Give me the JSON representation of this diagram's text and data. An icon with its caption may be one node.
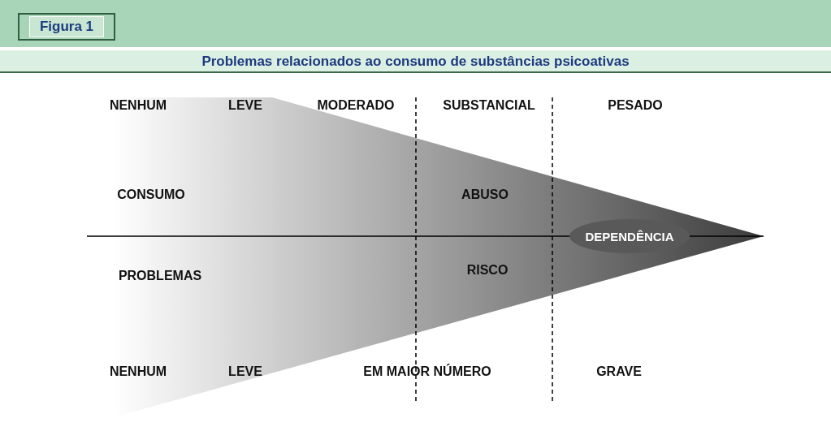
{
  "diagram": {
    "title": "Problemas relacionados ao consumo de substâncias psicoativas",
    "nodes": [
      {
        "text": [
          "Figura 1"
        ]
      },
      {
        "text": [
          "DEPENDÊNCIA"
        ]
      }
    ],
    "labels": [
      "NENHUM",
      "LEVE",
      "MODERADO",
      "SUBSTANCIAL",
      "PESADO",
      "CONSUMO",
      "ABUSO",
      "PROBLEMAS",
      "RISCO",
      "NENHUM",
      "LEVE",
      "EM MAIOR NÚMERO",
      "GRAVE"
    ]
  }
}
